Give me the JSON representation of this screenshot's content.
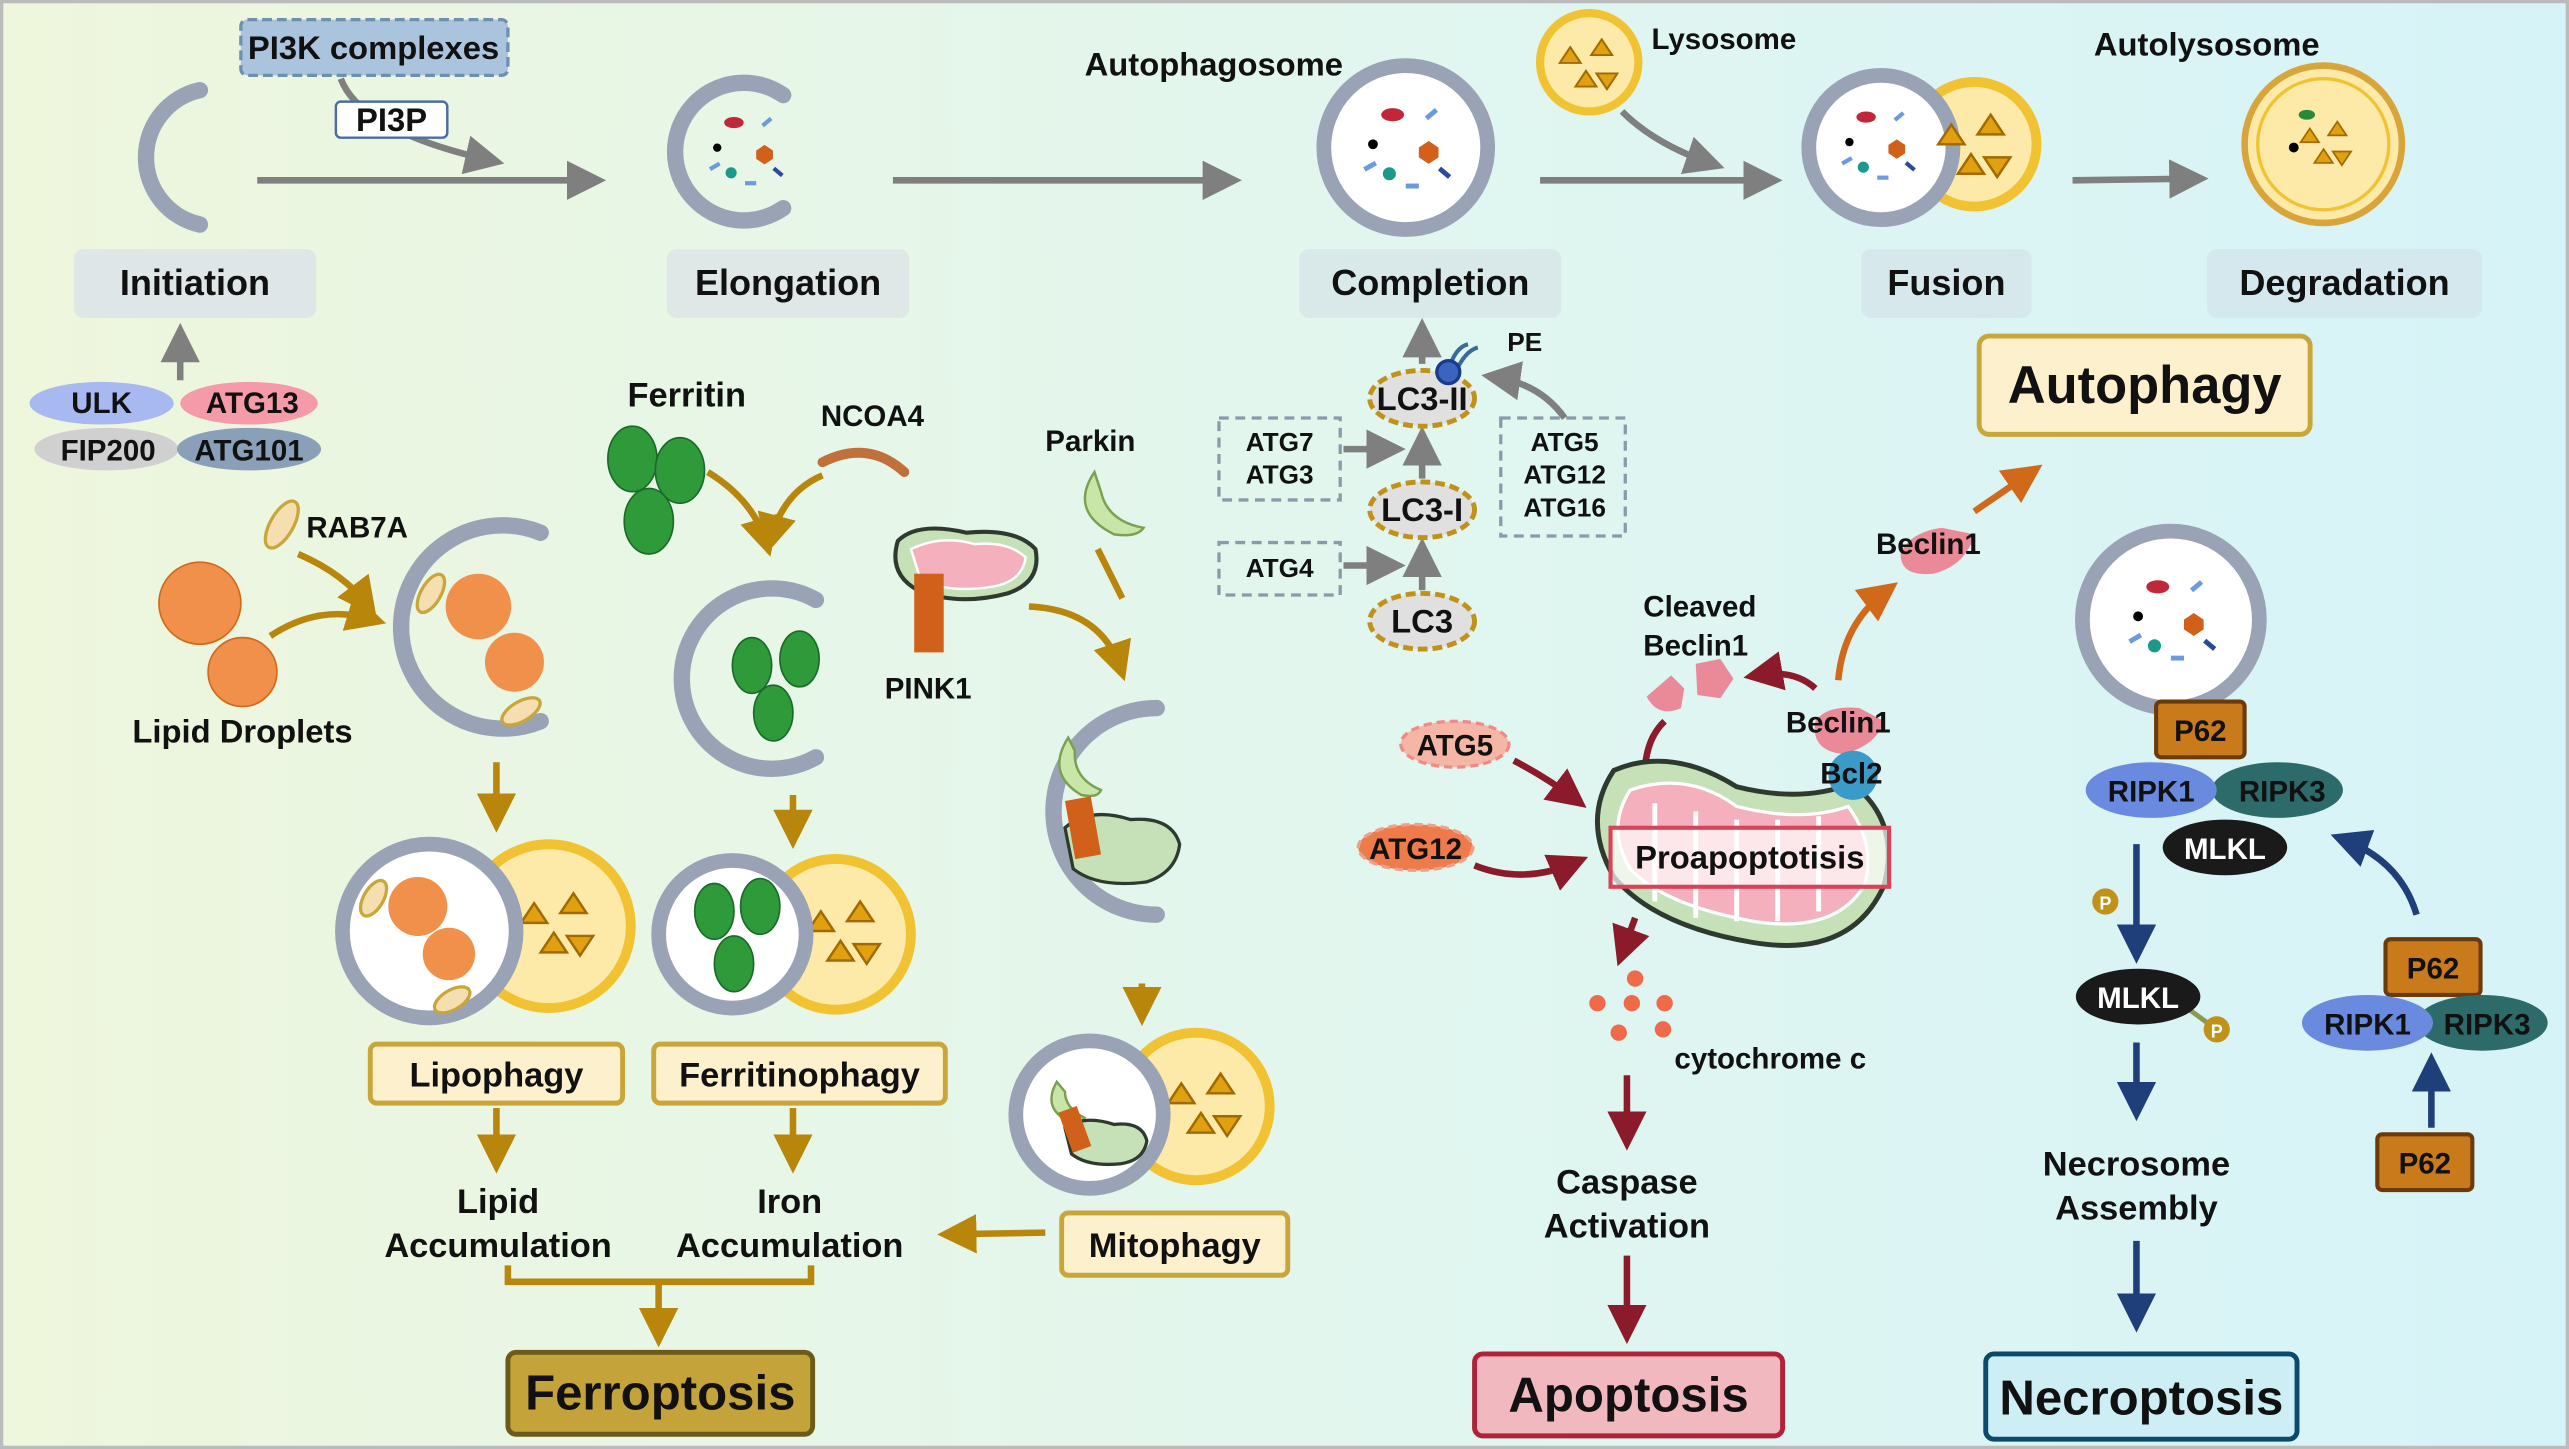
{
  "colors": {
    "gray_arrow": "#7f7f7f",
    "gold": "#b8860b",
    "dark_red": "#8b1a2a",
    "navy": "#1f3f7a",
    "orange": "#d06a1a",
    "bg_left": "#eef6dc",
    "bg_right": "#d6f3f8"
  },
  "initiation": {
    "pi3k": "PI3K complexes",
    "pi3p": "PI3P",
    "ulk": "ULK",
    "atg13": "ATG13",
    "fip200": "FIP200",
    "atg101": "ATG101"
  },
  "stages": [
    "Initiation",
    "Elongation",
    "Completion",
    "Fusion",
    "Degradation"
  ],
  "labels": {
    "autophagosome": "Autophagosome",
    "lysosome": "Lysosome",
    "autolysosome": "Autolysosome"
  },
  "lc3": {
    "lc3_ii": "LC3-II",
    "lc3_i": "LC3-I",
    "lc3": "LC3",
    "pe": "PE",
    "atg7": "ATG7",
    "atg3": "ATG3",
    "atg4": "ATG4",
    "atg5": "ATG5",
    "atg12": "ATG12",
    "atg16": "ATG16"
  },
  "autophagy": "Autophagy",
  "apoptosis": {
    "beclin1_top": "Beclin1",
    "cleaved": [
      "Cleaved",
      "Beclin1"
    ],
    "beclin1": "Beclin1",
    "bcl2": "Bcl2",
    "atg5": "ATG5",
    "atg12": "ATG12",
    "proapoptotisis": "Proapoptotisis",
    "cytochrome": "cytochrome c",
    "caspase": [
      "Caspase",
      "Activation"
    ],
    "title": "Apoptosis"
  },
  "necroptosis": {
    "p62": "P62",
    "ripk1": "RIPK1",
    "ripk3": "RIPK3",
    "mlkl": "MLKL",
    "p": "P",
    "necrosome": [
      "Necrosome",
      "Assembly"
    ],
    "title": "Necroptosis"
  },
  "ferroptosis": {
    "rab7a": "RAB7A",
    "lipid_droplets": "Lipid Droplets",
    "ferritin": "Ferritin",
    "ncoa4": "NCOA4",
    "parkin": "Parkin",
    "pink1": "PINK1",
    "lipophagy": "Lipophagy",
    "ferritinophagy": "Ferritinophagy",
    "mitophagy": "Mitophagy",
    "lipid_acc": [
      "Lipid",
      "Accumulation"
    ],
    "iron_acc": [
      "Iron",
      "Accumulation"
    ],
    "title": "Ferroptosis"
  }
}
